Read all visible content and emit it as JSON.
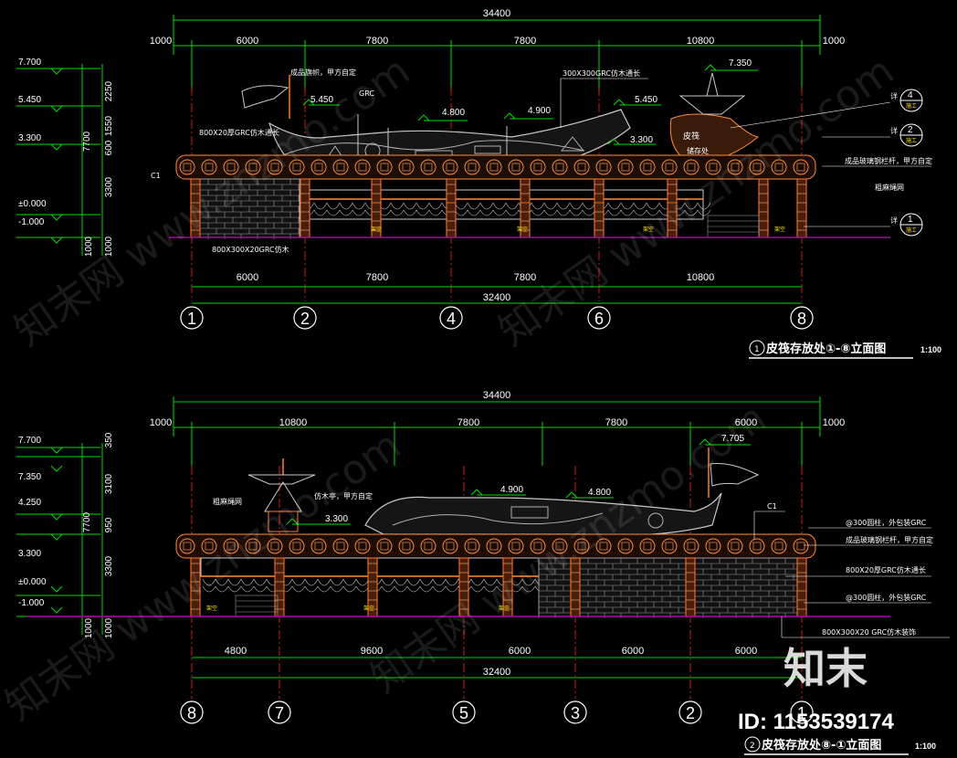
{
  "drawing1": {
    "total_top": "34400",
    "top_dims": [
      "1000",
      "6000",
      "7800",
      "7800",
      "10800",
      "1000"
    ],
    "bottom_dims": [
      "6000",
      "7800",
      "7800",
      "10800"
    ],
    "total_bottom": "32400",
    "levels": [
      "7.700",
      "5.450",
      "3.300",
      "±0.000",
      "-1.000"
    ],
    "vdims": [
      "2250",
      "1550",
      "600",
      "3300",
      "1000",
      "1000",
      "7700"
    ],
    "axes": [
      "1",
      "2",
      "4",
      "6",
      "8"
    ],
    "elevs": [
      "5.450",
      "4.800",
      "4.900",
      "5.450",
      "3.300",
      "7.350"
    ],
    "labels": {
      "flag": "成品旗帜，甲方自定",
      "grc": "GRC",
      "grc300": "300X300GRC仿木通长",
      "beam800": "800X20厚GRC仿木通长",
      "c1": "C1",
      "wood800": "800X300X20GRC仿木",
      "detail": "详",
      "detail_nums": [
        "4",
        "2",
        "1"
      ],
      "detail_sub": "施工",
      "glass": "成品玻璃钢栏杆，甲方自定",
      "net": "粗麻绳网",
      "kong": "架空",
      "sign_top": "皮筏",
      "sign_bottom": "储存处"
    },
    "title": "皮筏存放处①-⑧立面图",
    "title_num": "1",
    "scale": "1:100"
  },
  "drawing2": {
    "total_top": "34400",
    "top_dims": [
      "1000",
      "10800",
      "7800",
      "7800",
      "6000",
      "1000"
    ],
    "bottom_dims": [
      "4800",
      "9600",
      "6000",
      "6000",
      "6000"
    ],
    "total_bottom": "32400",
    "levels": [
      "7.700",
      "7.350",
      "4.250",
      "3.300",
      "±0.000",
      "-1.000"
    ],
    "vdims": [
      "350",
      "3100",
      "950",
      "3300",
      "1000",
      "1000",
      "7700"
    ],
    "axes": [
      "8",
      "7",
      "5",
      "3",
      "2",
      "1"
    ],
    "elevs": [
      "7.705",
      "4.900",
      "4.800",
      "3.300"
    ],
    "labels": {
      "net": "粗麻绳网",
      "pavilion": "仿木亭，甲方自定",
      "c1": "C1",
      "col300": "@300圆柱，外包装GRC",
      "glass": "成品玻璃钢栏杆，甲方自定",
      "beam800": "800X20厚GRC仿木通长",
      "col300b": "@300圆柱，外包装GRC",
      "wood800": "800X300X20 GRC仿木装饰",
      "kong": "架空"
    },
    "title": "皮筏存放处⑧-①立面图",
    "title_num": "2",
    "scale": "1:100"
  },
  "watermark": {
    "logo": "知末",
    "id": "ID: 1153539174",
    "text": "知末网 www.znzmo.com"
  },
  "colors": {
    "dim": "#00dc00",
    "axis": "#ff2020",
    "ornament": "#ff8c3a",
    "ground": "#b000b0"
  }
}
